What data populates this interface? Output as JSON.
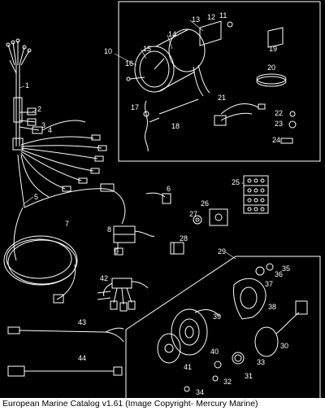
{
  "caption": "European Marine Catalog v1.61 (Image Copyright- Mercury Marine)",
  "colors": {
    "background": "#000000",
    "linework": "#ffffff",
    "caption_background": "#ffffff",
    "caption_text": "#000000"
  },
  "callouts": [
    "1",
    "2",
    "3",
    "4",
    "5",
    "6",
    "7",
    "8",
    "9",
    "10",
    "11",
    "12",
    "13",
    "14",
    "15",
    "16",
    "17",
    "18",
    "19",
    "20",
    "21",
    "22",
    "23",
    "24",
    "25",
    "26",
    "27",
    "28",
    "29",
    "30",
    "31",
    "32",
    "33",
    "34",
    "35",
    "36",
    "37",
    "38",
    "39",
    "40",
    "41",
    "42",
    "43",
    "44"
  ]
}
